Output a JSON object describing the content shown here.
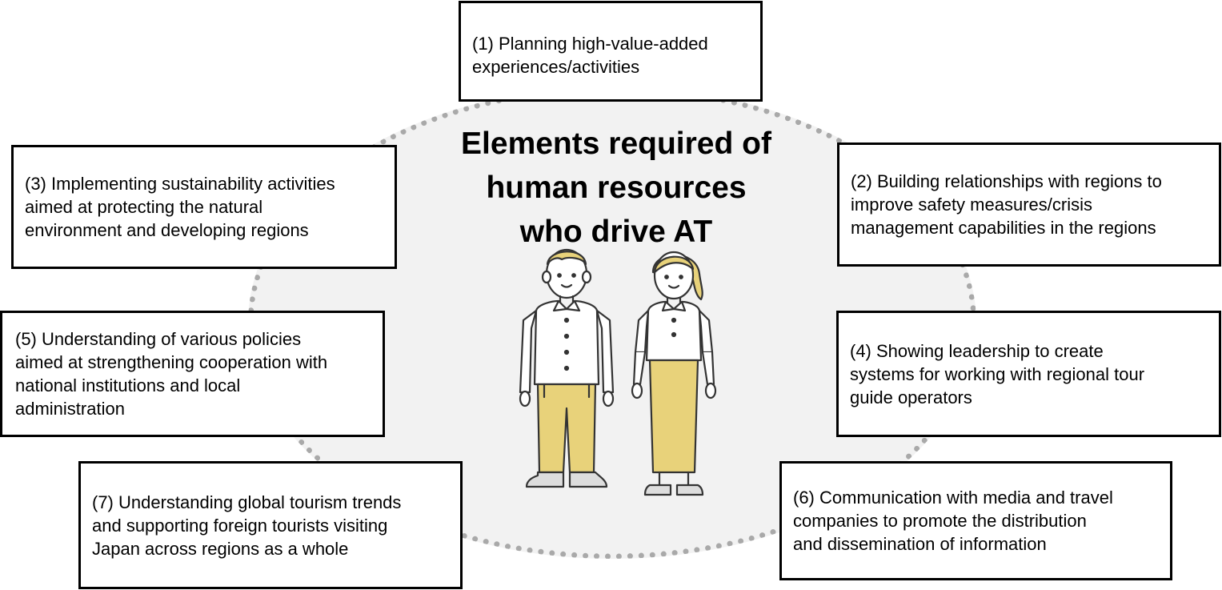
{
  "title_lines": [
    "Elements required of",
    "human resources",
    "who drive AT"
  ],
  "boxes": [
    {
      "id": "1",
      "lines": [
        "(1) Planning high-value-added",
        "experiences/activities"
      ]
    },
    {
      "id": "2",
      "lines": [
        "(2) Building relationships with regions to",
        "improve safety measures/crisis",
        "management capabilities in the regions"
      ]
    },
    {
      "id": "3",
      "lines": [
        "(3) Implementing sustainability activities",
        "aimed at protecting the natural",
        "environment and developing regions"
      ]
    },
    {
      "id": "4",
      "lines": [
        "(4) Showing leadership to create",
        "systems for working with regional tour",
        "guide operators"
      ]
    },
    {
      "id": "5",
      "lines": [
        "(5) Understanding of various policies",
        "aimed at strengthening cooperation with",
        "national institutions and local",
        "administration"
      ]
    },
    {
      "id": "6",
      "lines": [
        "(6) Communication with media and travel",
        "companies to promote the distribution",
        "and dissemination of information"
      ]
    },
    {
      "id": "7",
      "lines": [
        "(7) Understanding global tourism trends",
        "and supporting foreign tourists visiting",
        "Japan across regions as a whole"
      ]
    }
  ],
  "colors": {
    "pants": "#e8d27a",
    "circle_fill": "#f2f2f2",
    "circle_border": "#a9a9a9"
  },
  "icons": [
    "man-illustration",
    "woman-illustration"
  ]
}
